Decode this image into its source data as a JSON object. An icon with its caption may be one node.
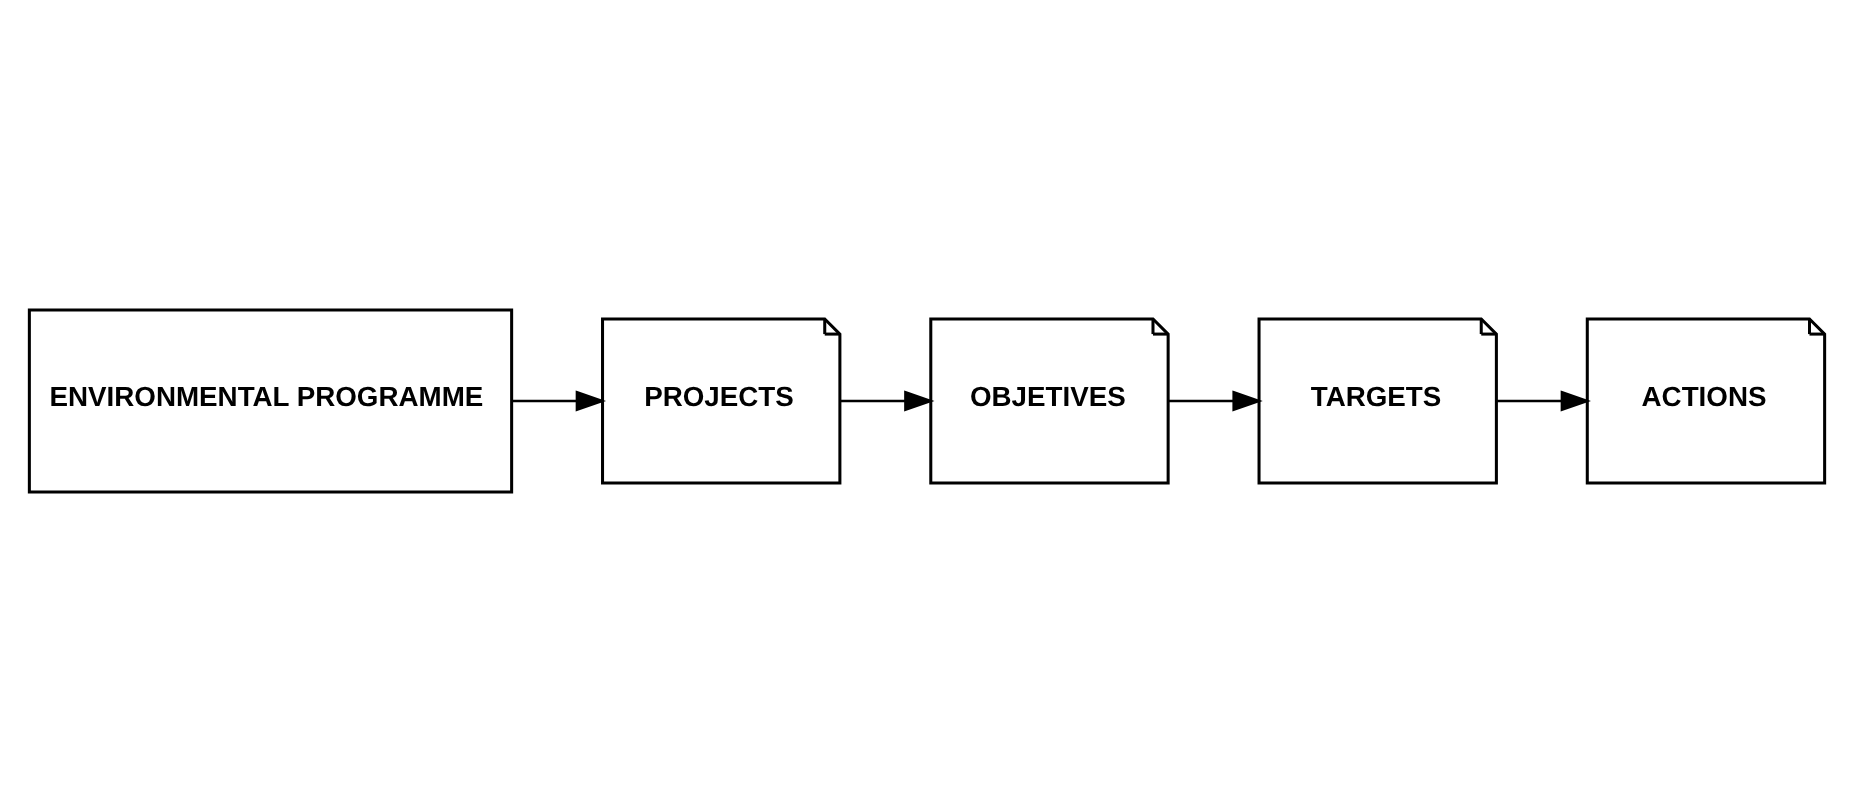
{
  "diagram": {
    "nodes": [
      {
        "text": [
          "ENVIRONMENTAL PROGRAMME"
        ]
      },
      {
        "text": [
          "PROJECTS"
        ]
      },
      {
        "text": [
          "OBJETIVES"
        ]
      },
      {
        "text": [
          "TARGETS"
        ]
      },
      {
        "text": [
          "ACTIONS"
        ]
      }
    ],
    "edges": [
      {
        "from": 0,
        "to": 1,
        "arrow": "to"
      },
      {
        "from": 1,
        "to": 2,
        "arrow": "to"
      },
      {
        "from": 2,
        "to": 3,
        "arrow": "to"
      },
      {
        "from": 3,
        "to": 4,
        "arrow": "to"
      }
    ]
  }
}
